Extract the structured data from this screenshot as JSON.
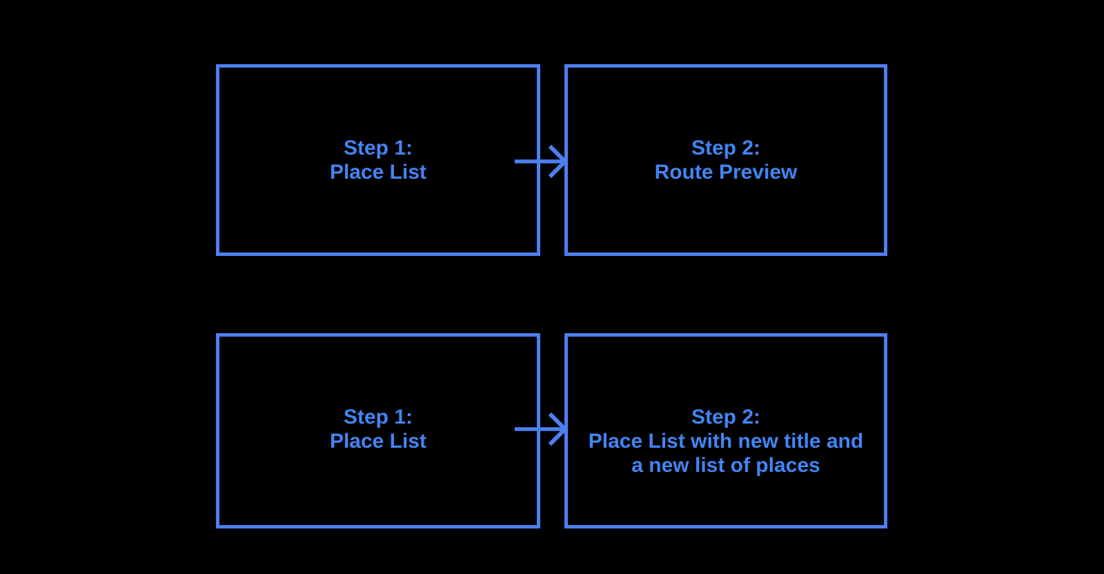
{
  "page": {
    "background": "#000000"
  },
  "colors": {
    "accent_border": "#4D7FEF",
    "accent_text": "#4285F4"
  },
  "diagram": {
    "boxes": [
      {
        "name": "flow1-step1",
        "lines": [
          "Step 1:",
          "Place List"
        ]
      },
      {
        "name": "flow1-step2",
        "lines": [
          "Step 2:",
          "Route Preview"
        ]
      },
      {
        "name": "flow2-step1",
        "lines": [
          "Step 1:",
          "Place List"
        ]
      },
      {
        "name": "flow2-step2",
        "lines": [
          "Step 2:",
          "Place List with new title and",
          "a new list of places"
        ]
      }
    ],
    "arrows": [
      {
        "name": "flow1-arrow",
        "direction": "right"
      },
      {
        "name": "flow2-arrow",
        "direction": "right"
      }
    ]
  }
}
